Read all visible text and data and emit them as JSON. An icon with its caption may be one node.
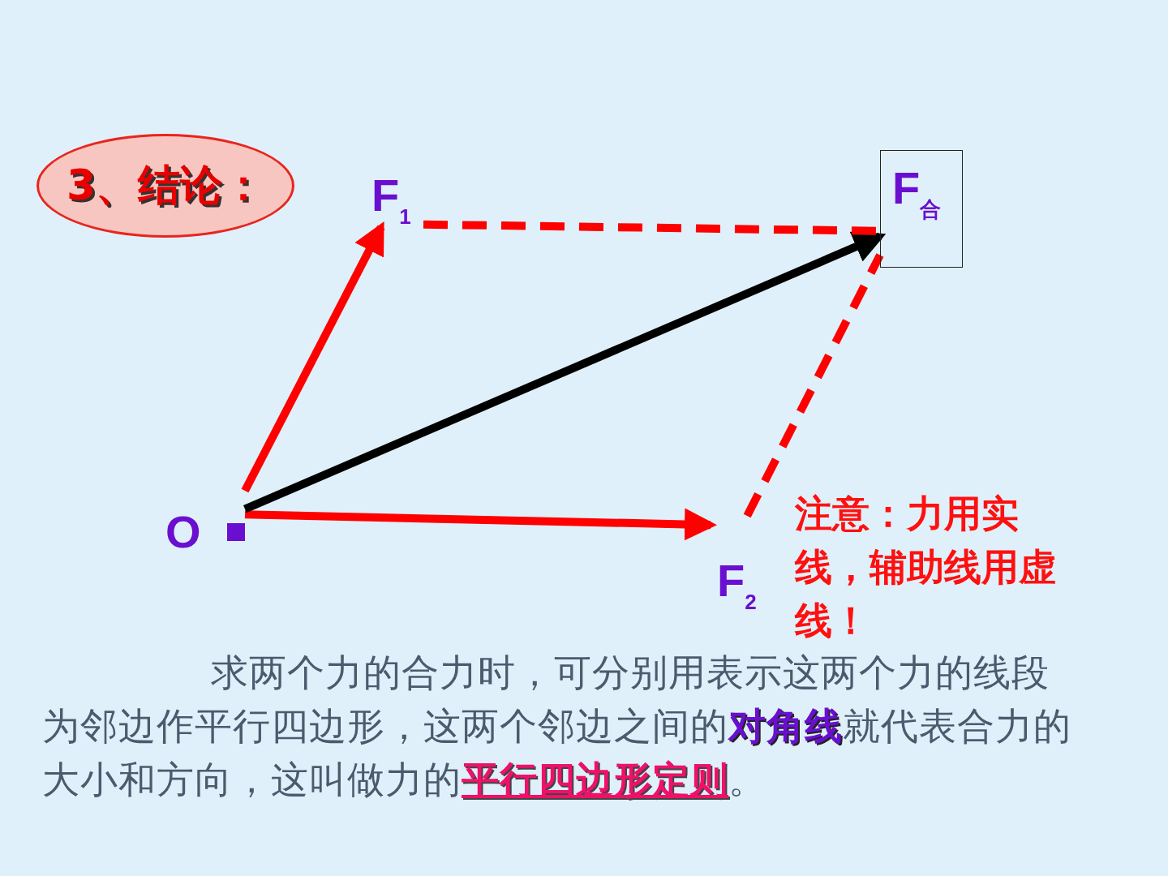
{
  "diagram": {
    "nodes": [
      {
        "text": [
          "3、结论："
        ]
      },
      {
        "text": [
          "O"
        ]
      },
      {
        "text": [
          "F$_{1}$"
        ]
      },
      {
        "text": [
          "F$_{合}$"
        ]
      },
      {
        "text": [
          "F$_{2}$"
        ]
      }
    ],
    "edges": [
      {
        "from": 1,
        "to": 2,
        "arrow": "to"
      },
      {
        "from": 1,
        "to": 4,
        "arrow": "to"
      },
      {
        "from": 1,
        "to": 3,
        "arrow": "to",
        "color": "#000000"
      },
      {
        "from": 2,
        "to": 3,
        "arrow": "none",
        "style": "dashed"
      },
      {
        "from": 4,
        "to": 3,
        "arrow": "none",
        "style": "dashed"
      }
    ],
    "labels": [
      "注意：力用实线，辅助线用虚线！",
      "求两个力的合力时，可分别用表示这两个力的线段为邻边作平行四边形，这两个邻边之间的**对角线**就代表合力的大小和方向，这叫做力的**平行四边形定则**。"
    ]
  }
}
